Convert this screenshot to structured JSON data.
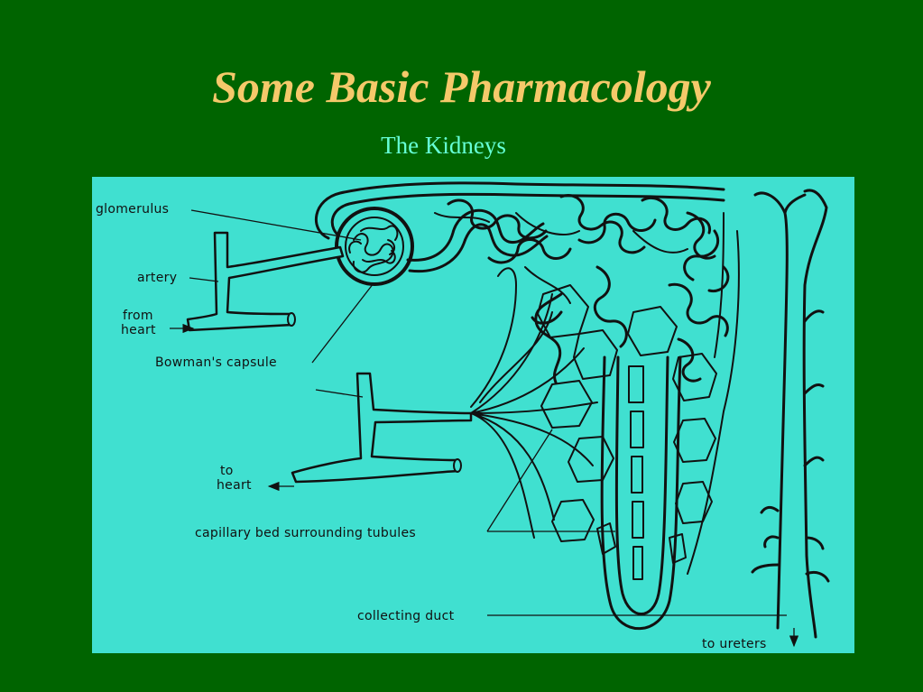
{
  "slide": {
    "title": "Some Basic Pharmacology",
    "subtitle": "The Kidneys"
  },
  "colors": {
    "background": "#006400",
    "title": "#f5c96a",
    "subtitle": "#66ffd6",
    "diagram_background": "#40e0d0",
    "ink": "#111111"
  },
  "diagram": {
    "labels": {
      "glomerulus": "glomerulus",
      "artery": "artery",
      "from_heart_line1": "from",
      "from_heart_line2": "heart",
      "bowmans_capsule": "Bowman's capsule",
      "to_heart_line1": "to",
      "to_heart_line2": "heart",
      "capillary_bed": "capillary bed surrounding tubules",
      "collecting_duct": "collecting duct",
      "to_ureters": "to ureters"
    }
  }
}
